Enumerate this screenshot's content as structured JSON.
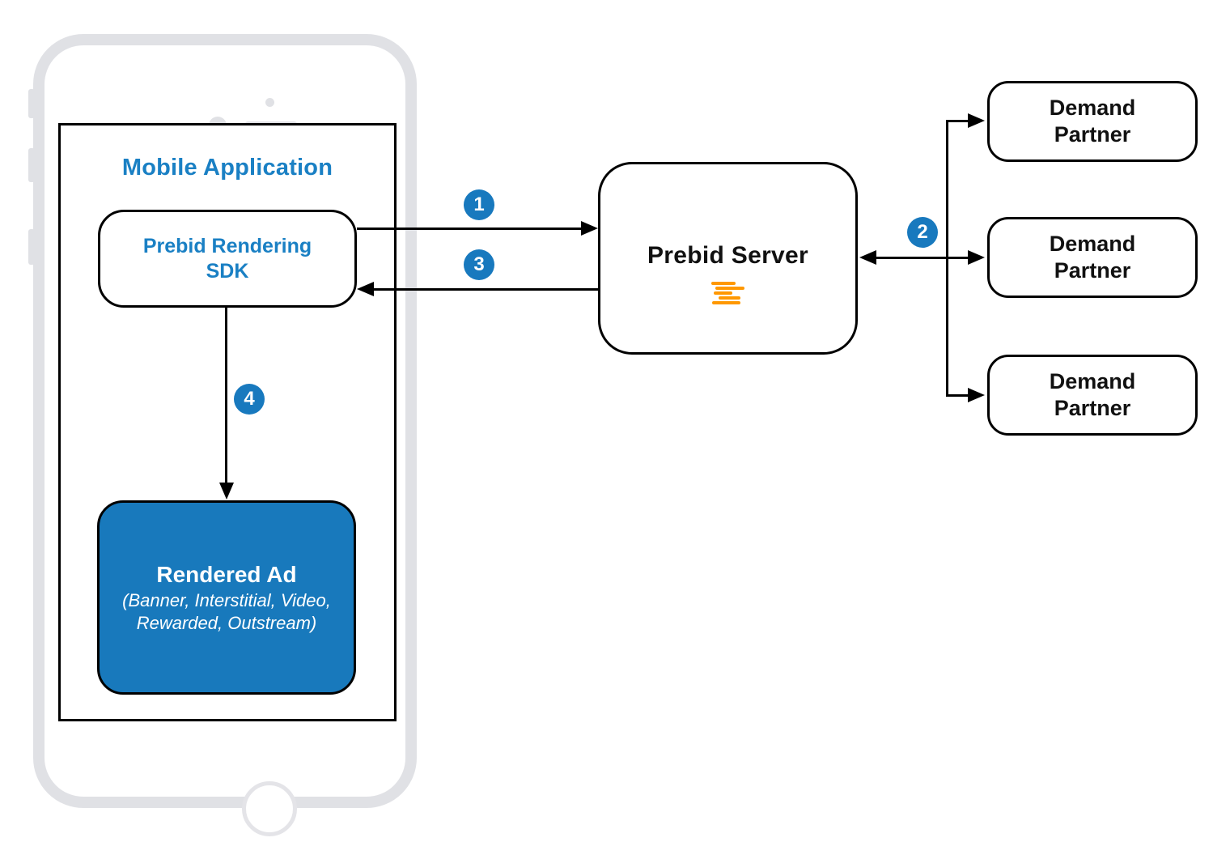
{
  "diagram": {
    "mobile_app_title": "Mobile Application",
    "sdk_label": "Prebid Rendering SDK",
    "rendered_ad": {
      "title": "Rendered Ad",
      "subtitle": "(Banner, Interstitial, Video, Rewarded, Outstream)"
    },
    "prebid_server": {
      "label": "Prebid Server",
      "logo_icon": "prebid-lines-icon"
    },
    "demand_partners": [
      {
        "label": "Demand Partner"
      },
      {
        "label": "Demand Partner"
      },
      {
        "label": "Demand Partner"
      }
    ],
    "steps": [
      {
        "n": "1"
      },
      {
        "n": "2"
      },
      {
        "n": "3"
      },
      {
        "n": "4"
      }
    ],
    "colors": {
      "accent_blue": "#1879be",
      "box_fill_blue": "#1879bc",
      "text_blue": "#1a80c4",
      "brand_orange": "#ff9800",
      "phone_gray": "#e0e1e5",
      "line_black": "#000000"
    }
  }
}
